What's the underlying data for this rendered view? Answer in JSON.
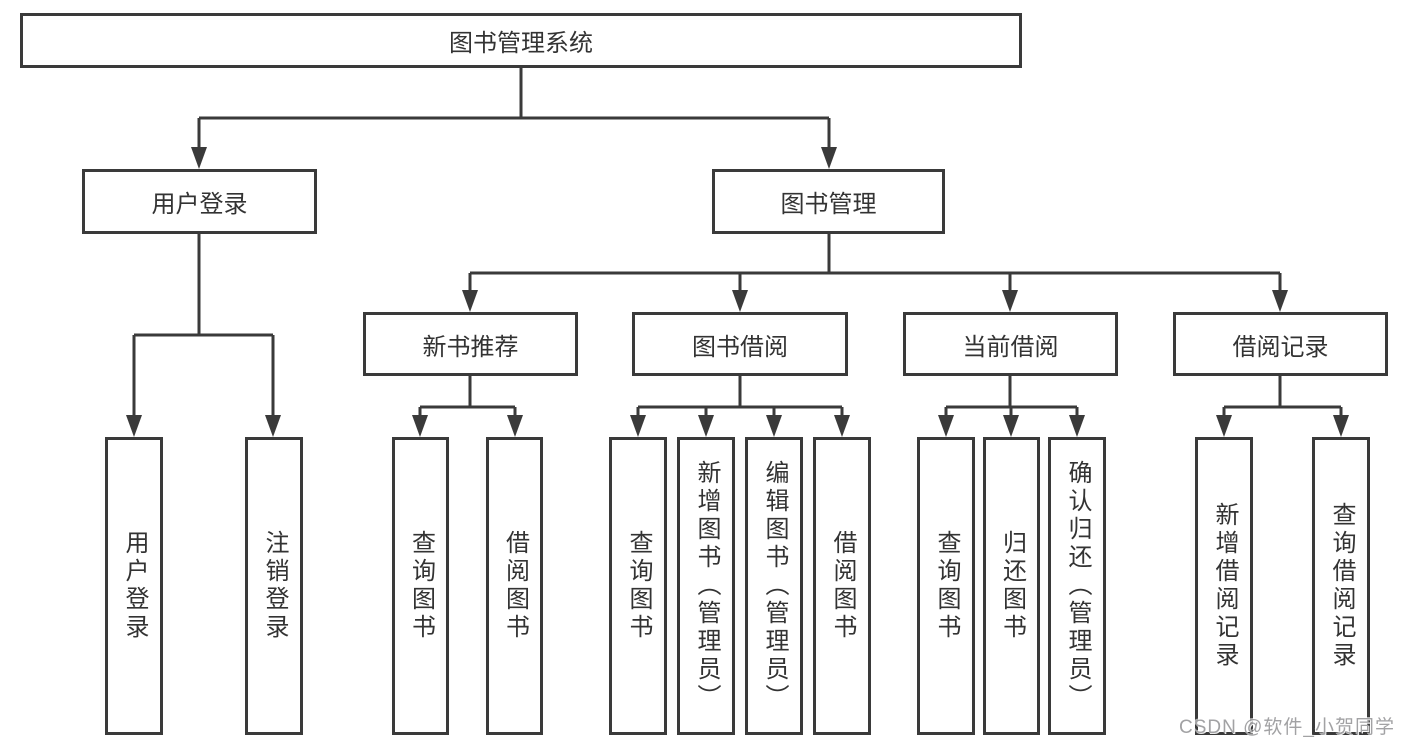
{
  "diagram": {
    "title": "图书管理系统",
    "tree": {
      "root": {
        "label": "图书管理系统",
        "children": [
          {
            "label": "用户登录",
            "children": [
              {
                "label": "用户登录"
              },
              {
                "label": "注销登录"
              }
            ]
          },
          {
            "label": "图书管理",
            "children": [
              {
                "label": "新书推荐",
                "children": [
                  {
                    "label": "查询图书"
                  },
                  {
                    "label": "借阅图书"
                  }
                ]
              },
              {
                "label": "图书借阅",
                "children": [
                  {
                    "label": "查询图书"
                  },
                  {
                    "label": "新增图书（管理员）"
                  },
                  {
                    "label": "编辑图书（管理员）"
                  },
                  {
                    "label": "借阅图书"
                  }
                ]
              },
              {
                "label": "当前借阅",
                "children": [
                  {
                    "label": "查询图书"
                  },
                  {
                    "label": "归还图书"
                  },
                  {
                    "label": "确认归还（管理员）"
                  }
                ]
              },
              {
                "label": "借阅记录",
                "children": [
                  {
                    "label": "新增借阅记录"
                  },
                  {
                    "label": "查询借阅记录"
                  }
                ]
              }
            ]
          }
        ]
      }
    },
    "colors": {
      "line": "#3a3a3a",
      "text": "#333333",
      "background": "#ffffff",
      "watermark": "#a2a2a4"
    }
  },
  "watermark": {
    "text": "CSDN @软件_小贺同学"
  }
}
